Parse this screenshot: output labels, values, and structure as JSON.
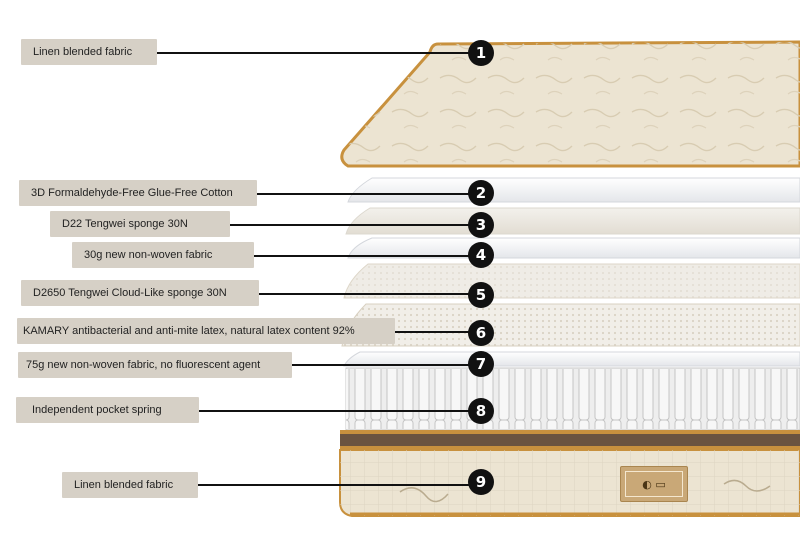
{
  "layers": [
    {
      "number": "1",
      "label": "Linen blended fabric"
    },
    {
      "number": "2",
      "label": "3D Formaldehyde-Free Glue-Free Cotton"
    },
    {
      "number": "3",
      "label": "D22 Tengwei sponge 30N"
    },
    {
      "number": "4",
      "label": "30g new non-woven fabric"
    },
    {
      "number": "5",
      "label": "D2650 Tengwei Cloud-Like sponge 30N"
    },
    {
      "number": "6",
      "label": "KAMARY antibacterial and anti-mite latex, natural latex content 92%"
    },
    {
      "number": "7",
      "label": "75g new non-woven fabric, no fluorescent agent"
    },
    {
      "number": "8",
      "label": "Independent pocket spring"
    },
    {
      "number": "9",
      "label": "Linen blended fabric"
    }
  ],
  "colors": {
    "label_bg": "#d6d0c6",
    "badge": "#111111",
    "fabric": "#ece4d2",
    "piping": "#c8913e"
  }
}
